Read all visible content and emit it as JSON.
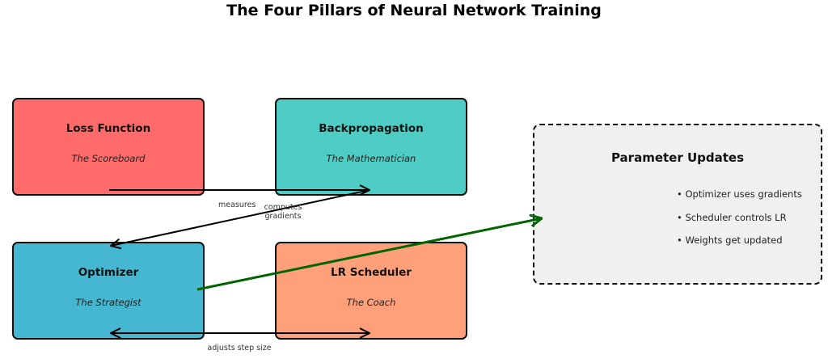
{
  "title": "The Four Pillars of Neural Network Training",
  "pillars": [
    {
      "id": "loss",
      "name": "Loss Function",
      "role": "The Scoreboard",
      "color": "#ff6b6b"
    },
    {
      "id": "backprop",
      "name": "Backpropagation",
      "role": "The Mathematician",
      "color": "#4ecdc4"
    },
    {
      "id": "optimizer",
      "name": "Optimizer",
      "role": "The Strategist",
      "color": "#45b7d1"
    },
    {
      "id": "scheduler",
      "name": "LR Scheduler",
      "role": "The Coach",
      "color": "#ffa07a"
    }
  ],
  "updates": {
    "title": "Parameter Updates",
    "bullets": [
      "• Optimizer uses gradients",
      "• Scheduler controls LR",
      "• Weights get updated"
    ],
    "background": "#f0f0f0"
  },
  "connections": [
    {
      "from": "Loss Function",
      "to": "Backpropagation",
      "label": "measures",
      "color": "#000000",
      "style": "one-way"
    },
    {
      "from": "Backpropagation",
      "to": "Optimizer",
      "label": "computes gradients",
      "color": "#000000",
      "style": "one-way"
    },
    {
      "from": "Optimizer",
      "to": "Parameter Updates",
      "label": "",
      "color": "#006400",
      "style": "one-way"
    },
    {
      "from": "Optimizer",
      "to": "LR Scheduler",
      "label": "adjusts step size",
      "color": "#000000",
      "style": "two-way"
    }
  ],
  "labels": {
    "measures": "measures",
    "computes_1": "computes",
    "computes_2": "gradients",
    "adjusts": "adjusts step size"
  }
}
